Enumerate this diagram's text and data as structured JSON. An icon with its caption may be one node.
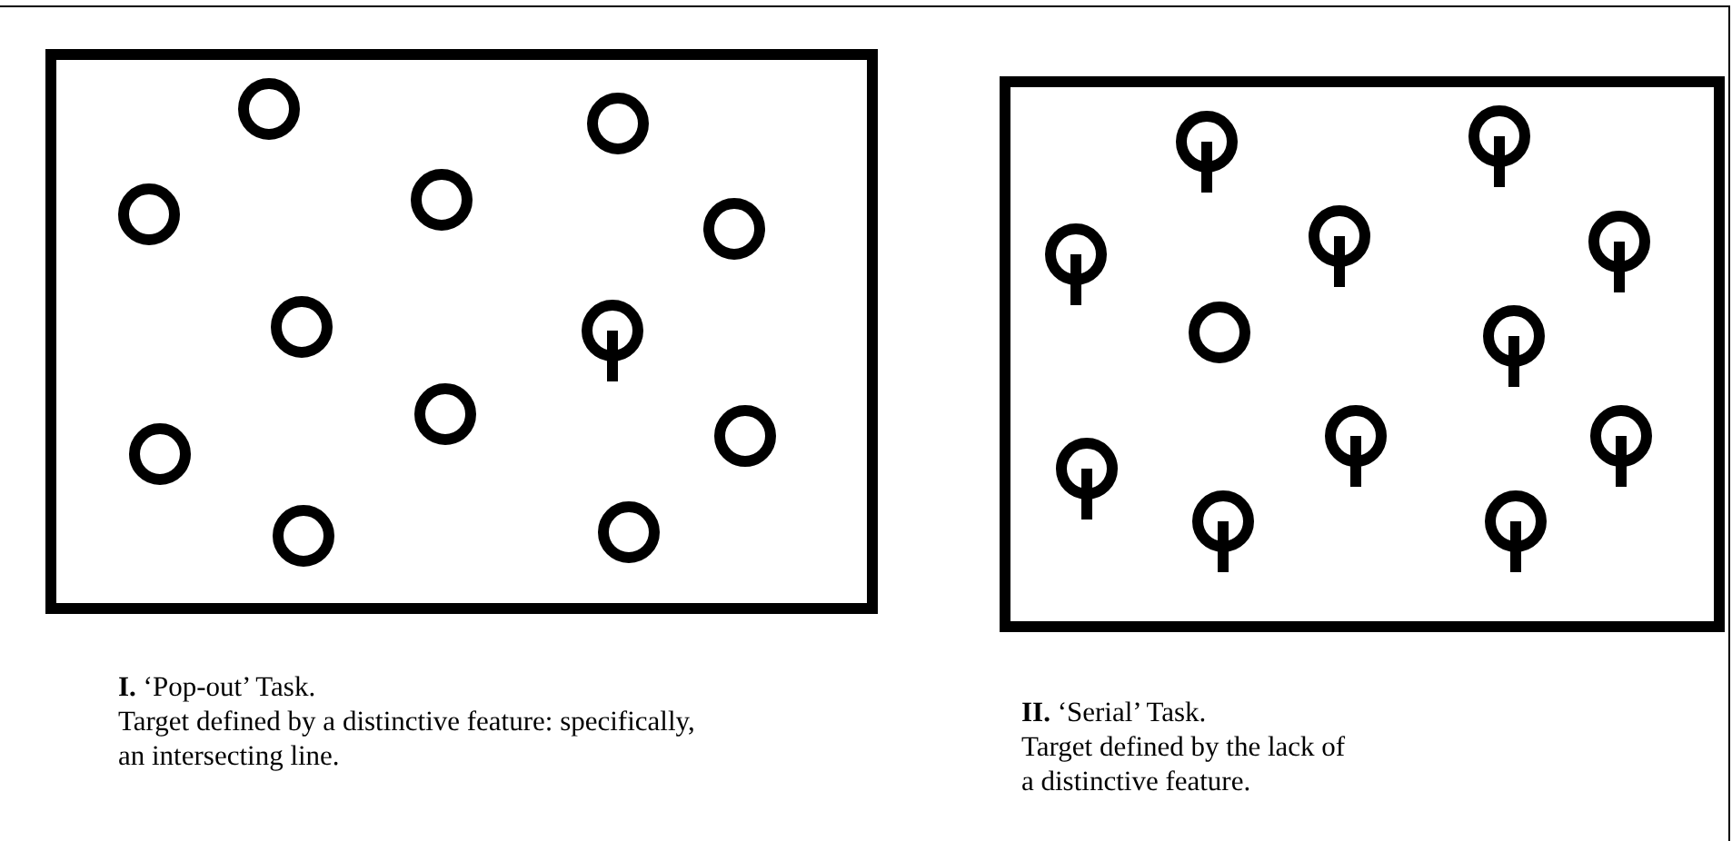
{
  "diagram": {
    "labels": [
      "**I.** ‘Pop-out’ Task.",
      "Target defined by a distinctive feature: specifically, an intersecting line.",
      "**II.** ‘Serial’ Task.",
      "Target defined by the lack of a distinctive feature."
    ]
  }
}
